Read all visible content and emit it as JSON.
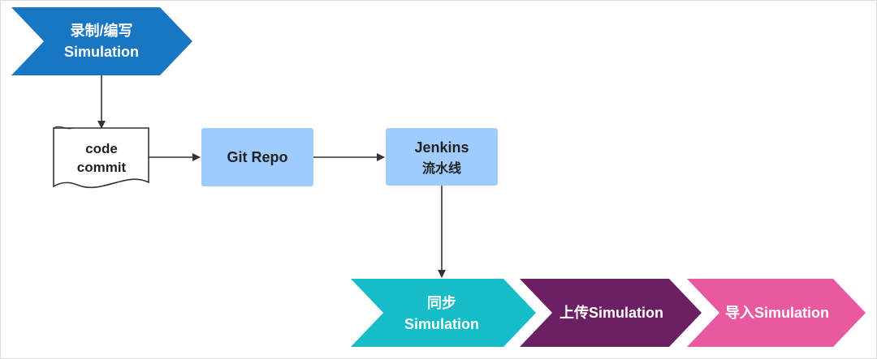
{
  "colors": {
    "blue": "#1976c2",
    "light_blue": "#9fccff",
    "teal": "#16bcc7",
    "purple": "#6b2064",
    "pink": "#e9599f",
    "arrow": "#333333"
  },
  "nodes": {
    "record_line1": "录制/编写",
    "record_line2": "Simulation",
    "commit_line1": "code",
    "commit_line2": "commit",
    "git_repo": "Git Repo",
    "jenkins_line1": "Jenkins",
    "jenkins_line2": "流水线",
    "sync_line1": "同步",
    "sync_line2": "Simulation",
    "upload": "上传Simulation",
    "import": "导入Simulation"
  }
}
